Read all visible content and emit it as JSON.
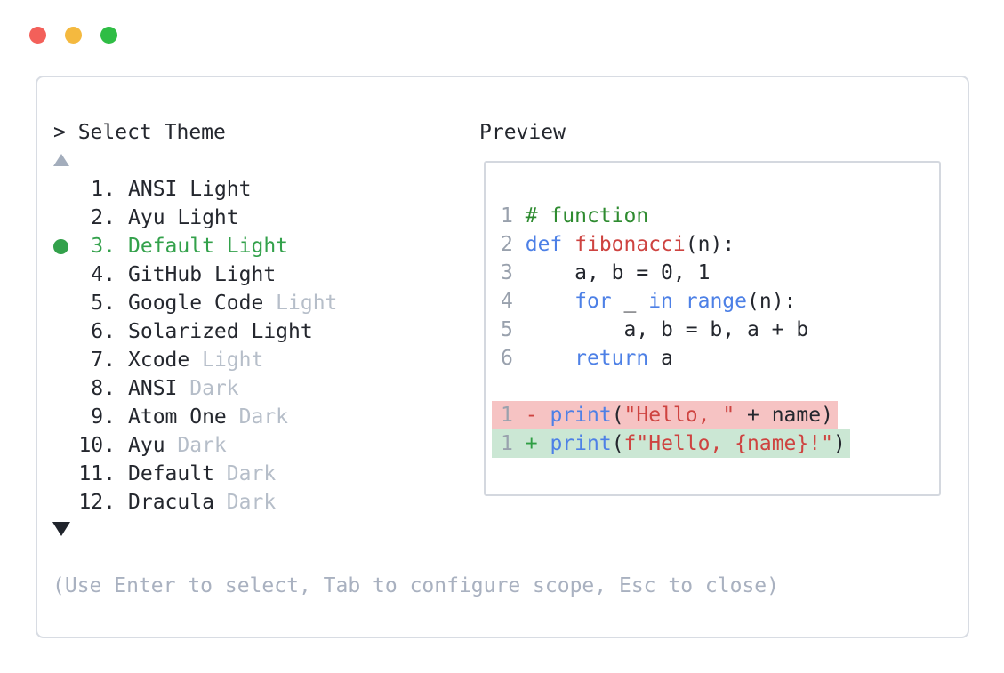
{
  "window": {
    "controls": [
      {
        "name": "close",
        "color": "#f3605a"
      },
      {
        "name": "minimize",
        "color": "#f4b93f"
      },
      {
        "name": "zoom",
        "color": "#2fbd45"
      }
    ]
  },
  "selector": {
    "prompt": "> Select Theme",
    "hint": "(Use Enter to select, Tab to configure scope, Esc to close)",
    "scroll_up_icon": "up-triangle",
    "scroll_down_icon": "down-triangle",
    "items": [
      {
        "number": "1.",
        "name": "ANSI",
        "variant": "Light",
        "variant_muted": false,
        "selected": false
      },
      {
        "number": "2.",
        "name": "Ayu",
        "variant": "Light",
        "variant_muted": false,
        "selected": false
      },
      {
        "number": "3.",
        "name": "Default",
        "variant": "Light",
        "variant_muted": false,
        "selected": true
      },
      {
        "number": "4.",
        "name": "GitHub",
        "variant": "Light",
        "variant_muted": false,
        "selected": false
      },
      {
        "number": "5.",
        "name": "Google Code",
        "variant": "Light",
        "variant_muted": true,
        "selected": false
      },
      {
        "number": "6.",
        "name": "Solarized",
        "variant": "Light",
        "variant_muted": false,
        "selected": false
      },
      {
        "number": "7.",
        "name": "Xcode",
        "variant": "Light",
        "variant_muted": true,
        "selected": false
      },
      {
        "number": "8.",
        "name": "ANSI",
        "variant": "Dark",
        "variant_muted": true,
        "selected": false
      },
      {
        "number": "9.",
        "name": "Atom One",
        "variant": "Dark",
        "variant_muted": true,
        "selected": false
      },
      {
        "number": "10.",
        "name": "Ayu",
        "variant": "Dark",
        "variant_muted": true,
        "selected": false
      },
      {
        "number": "11.",
        "name": "Default",
        "variant": "Dark",
        "variant_muted": true,
        "selected": false
      },
      {
        "number": "12.",
        "name": "Dracula",
        "variant": "Dark",
        "variant_muted": true,
        "selected": false
      }
    ]
  },
  "preview": {
    "label": "Preview",
    "code_lines": [
      {
        "num": "1",
        "tokens": [
          {
            "c": "com",
            "t": "# function"
          }
        ]
      },
      {
        "num": "2",
        "tokens": [
          {
            "c": "kw",
            "t": "def"
          },
          {
            "c": "pl",
            "t": " "
          },
          {
            "c": "fn",
            "t": "fibonacci"
          },
          {
            "c": "pl",
            "t": "(n):"
          }
        ]
      },
      {
        "num": "3",
        "tokens": [
          {
            "c": "pl",
            "t": "    a, b = 0, 1"
          }
        ]
      },
      {
        "num": "4",
        "tokens": [
          {
            "c": "pl",
            "t": "    "
          },
          {
            "c": "kw",
            "t": "for"
          },
          {
            "c": "pl",
            "t": " _ "
          },
          {
            "c": "kw",
            "t": "in"
          },
          {
            "c": "pl",
            "t": " "
          },
          {
            "c": "kw",
            "t": "range"
          },
          {
            "c": "pl",
            "t": "(n):"
          }
        ]
      },
      {
        "num": "5",
        "tokens": [
          {
            "c": "pl",
            "t": "        a, b = b, a + b"
          }
        ]
      },
      {
        "num": "6",
        "tokens": [
          {
            "c": "pl",
            "t": "    "
          },
          {
            "c": "kw",
            "t": "return"
          },
          {
            "c": "pl",
            "t": " a"
          }
        ]
      }
    ],
    "diff_lines": [
      {
        "num": "1",
        "sign": "-",
        "kind": "removed",
        "tokens": [
          {
            "c": "kw",
            "t": "print"
          },
          {
            "c": "pl",
            "t": "("
          },
          {
            "c": "str",
            "t": "\"Hello, \""
          },
          {
            "c": "pl",
            "t": " + name)"
          }
        ]
      },
      {
        "num": "1",
        "sign": "+",
        "kind": "added",
        "tokens": [
          {
            "c": "kw",
            "t": "print"
          },
          {
            "c": "pl",
            "t": "("
          },
          {
            "c": "str",
            "t": "f\"Hello, {name}!\""
          },
          {
            "c": "pl",
            "t": ")"
          }
        ]
      }
    ]
  },
  "colors": {
    "selected_green": "#33a14b",
    "muted_gray": "#b6bec9",
    "hint_gray": "#a9b1c0",
    "line_number_gray": "#99a1ad",
    "keyword_blue": "#4d80e6",
    "string_red": "#ce4340",
    "comment_green": "#2e8b30",
    "text_dark": "#24272e",
    "diff_removed_bg": "#f6c3c3",
    "diff_added_bg": "#cbe7d4",
    "panel_border": "#d8dce3"
  }
}
